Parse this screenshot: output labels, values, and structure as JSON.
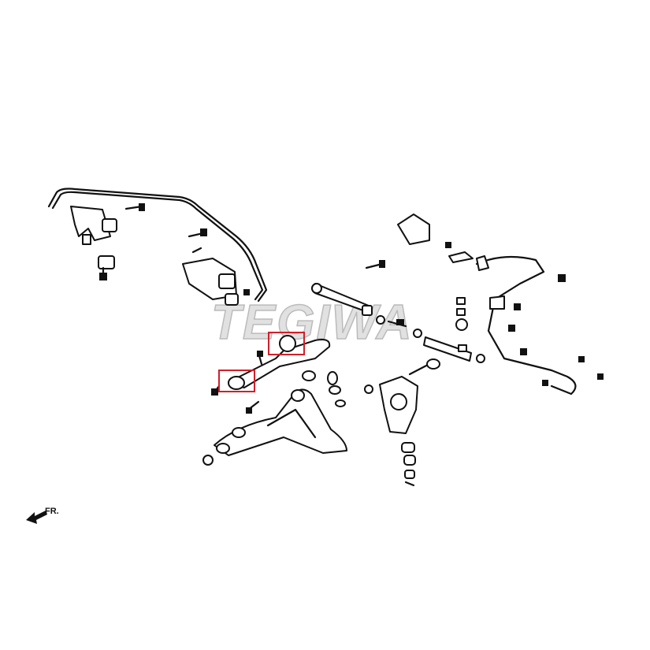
{
  "diagram": {
    "watermark": "TEGIWA",
    "direction_label": "FR.",
    "highlight_color": "#d0202a",
    "highlights": [
      "upper-arm-inner-bushing-rear",
      "upper-arm-inner-bushing-front"
    ]
  }
}
